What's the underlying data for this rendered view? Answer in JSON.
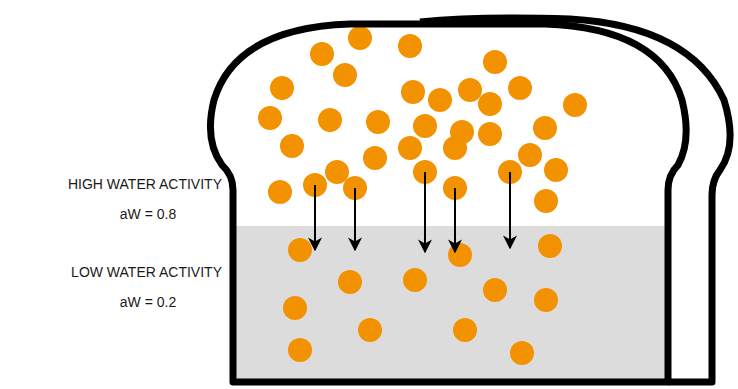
{
  "diagram": {
    "labels": [
      "HIGH WATER ACTIVITY",
      "aW = 0.8",
      "LOW WATER ACTIVITY",
      "aW = 0.2"
    ]
  }
}
